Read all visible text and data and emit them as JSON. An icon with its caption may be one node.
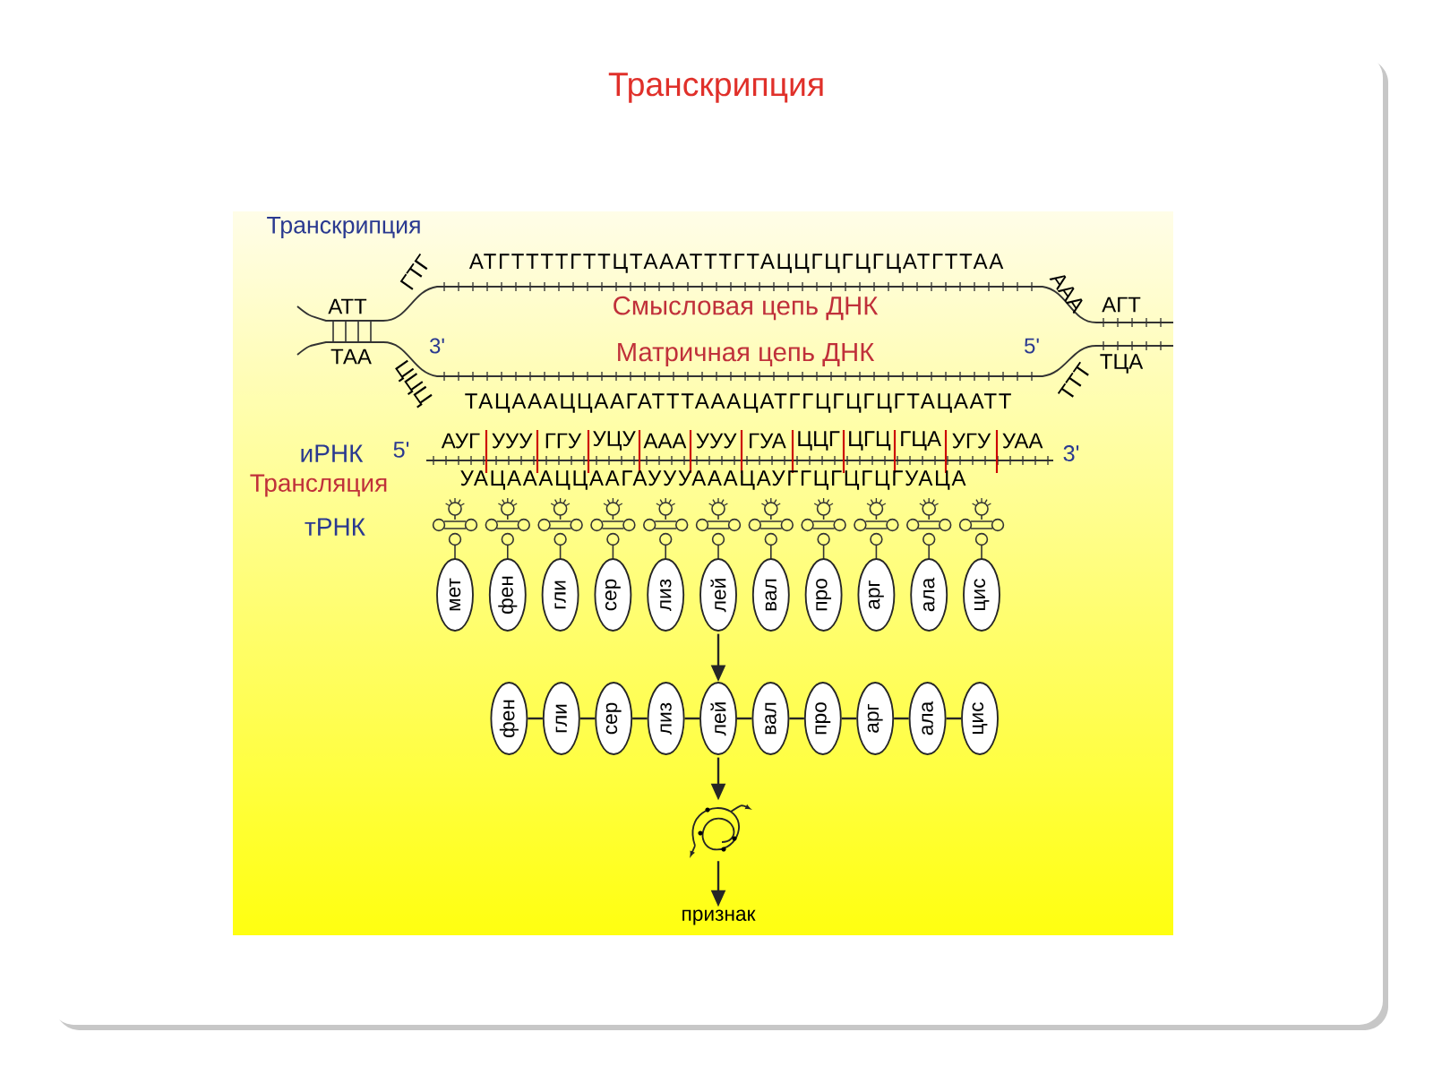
{
  "diagram": {
    "title": "Транскрипция",
    "nodes": [
      {
        "text": [
          "мет"
        ]
      },
      {
        "text": [
          "фен"
        ]
      },
      {
        "text": [
          "гли"
        ]
      },
      {
        "text": [
          "сер"
        ]
      },
      {
        "text": [
          "лиз"
        ]
      },
      {
        "text": [
          "лей"
        ]
      },
      {
        "text": [
          "вал"
        ]
      },
      {
        "text": [
          "про"
        ]
      },
      {
        "text": [
          "арг"
        ]
      },
      {
        "text": [
          "ала"
        ]
      },
      {
        "text": [
          "цис"
        ]
      },
      {
        "text": [
          "фен"
        ]
      },
      {
        "text": [
          "гли"
        ]
      },
      {
        "text": [
          "сер"
        ]
      },
      {
        "text": [
          "лиз"
        ]
      },
      {
        "text": [
          "лей"
        ]
      },
      {
        "text": [
          "вал"
        ]
      },
      {
        "text": [
          "про"
        ]
      },
      {
        "text": [
          "арг"
        ]
      },
      {
        "text": [
          "ала"
        ]
      },
      {
        "text": [
          "цис"
        ]
      },
      {
        "text": [],
        "shape": "picture"
      },
      {
        "text": [
          "признак"
        ]
      }
    ],
    "edges": [
      {
        "from": 11,
        "to": 12,
        "arrow": "none"
      },
      {
        "from": 12,
        "to": 13,
        "arrow": "none"
      },
      {
        "from": 13,
        "to": 14,
        "arrow": "none"
      },
      {
        "from": 14,
        "to": 15,
        "arrow": "none"
      },
      {
        "from": 15,
        "to": 16,
        "arrow": "none"
      },
      {
        "from": 16,
        "to": 17,
        "arrow": "none"
      },
      {
        "from": 17,
        "to": 18,
        "arrow": "none"
      },
      {
        "from": 18,
        "to": 19,
        "arrow": "none"
      },
      {
        "from": 19,
        "to": 20,
        "arrow": "none"
      },
      {
        "from": 5,
        "to": 15,
        "arrow": "to"
      },
      {
        "from": 15,
        "to": 21,
        "arrow": "to"
      },
      {
        "from": 21,
        "to": 22,
        "arrow": "to"
      }
    ],
    "labels": [
      "Транскрипция",
      "ГТГ",
      "АТГТТТТГТТЦТАААТТТГТАЦЦГЦГЦГЦАТГТТАА",
      "ААА",
      "АТТ",
      "Смысловая цепь ДНК",
      "АГТ",
      "3'",
      "ТАА",
      "Матричная цепь ДНК",
      "5'",
      "ТЦА",
      "ЦЦЦ",
      "ТТТ",
      "ТАЦАААЦЦААГАТТТАААЦАТГГЦГЦГЦГТАЦААТТ",
      "иРНК",
      "5'",
      "АУГ",
      "УУУ",
      "ГГУ",
      "УЦУ",
      "ААА",
      "УУУ",
      "ГУА",
      "ЦЦГ",
      "ЦГЦ",
      "ГЦА",
      "УГУ",
      "УАА",
      "3'",
      "Трансляция",
      "УАЦАААЦЦААГАУУУАААЦАУГГЦГЦГЦГУАЦА",
      "тРНК"
    ]
  }
}
